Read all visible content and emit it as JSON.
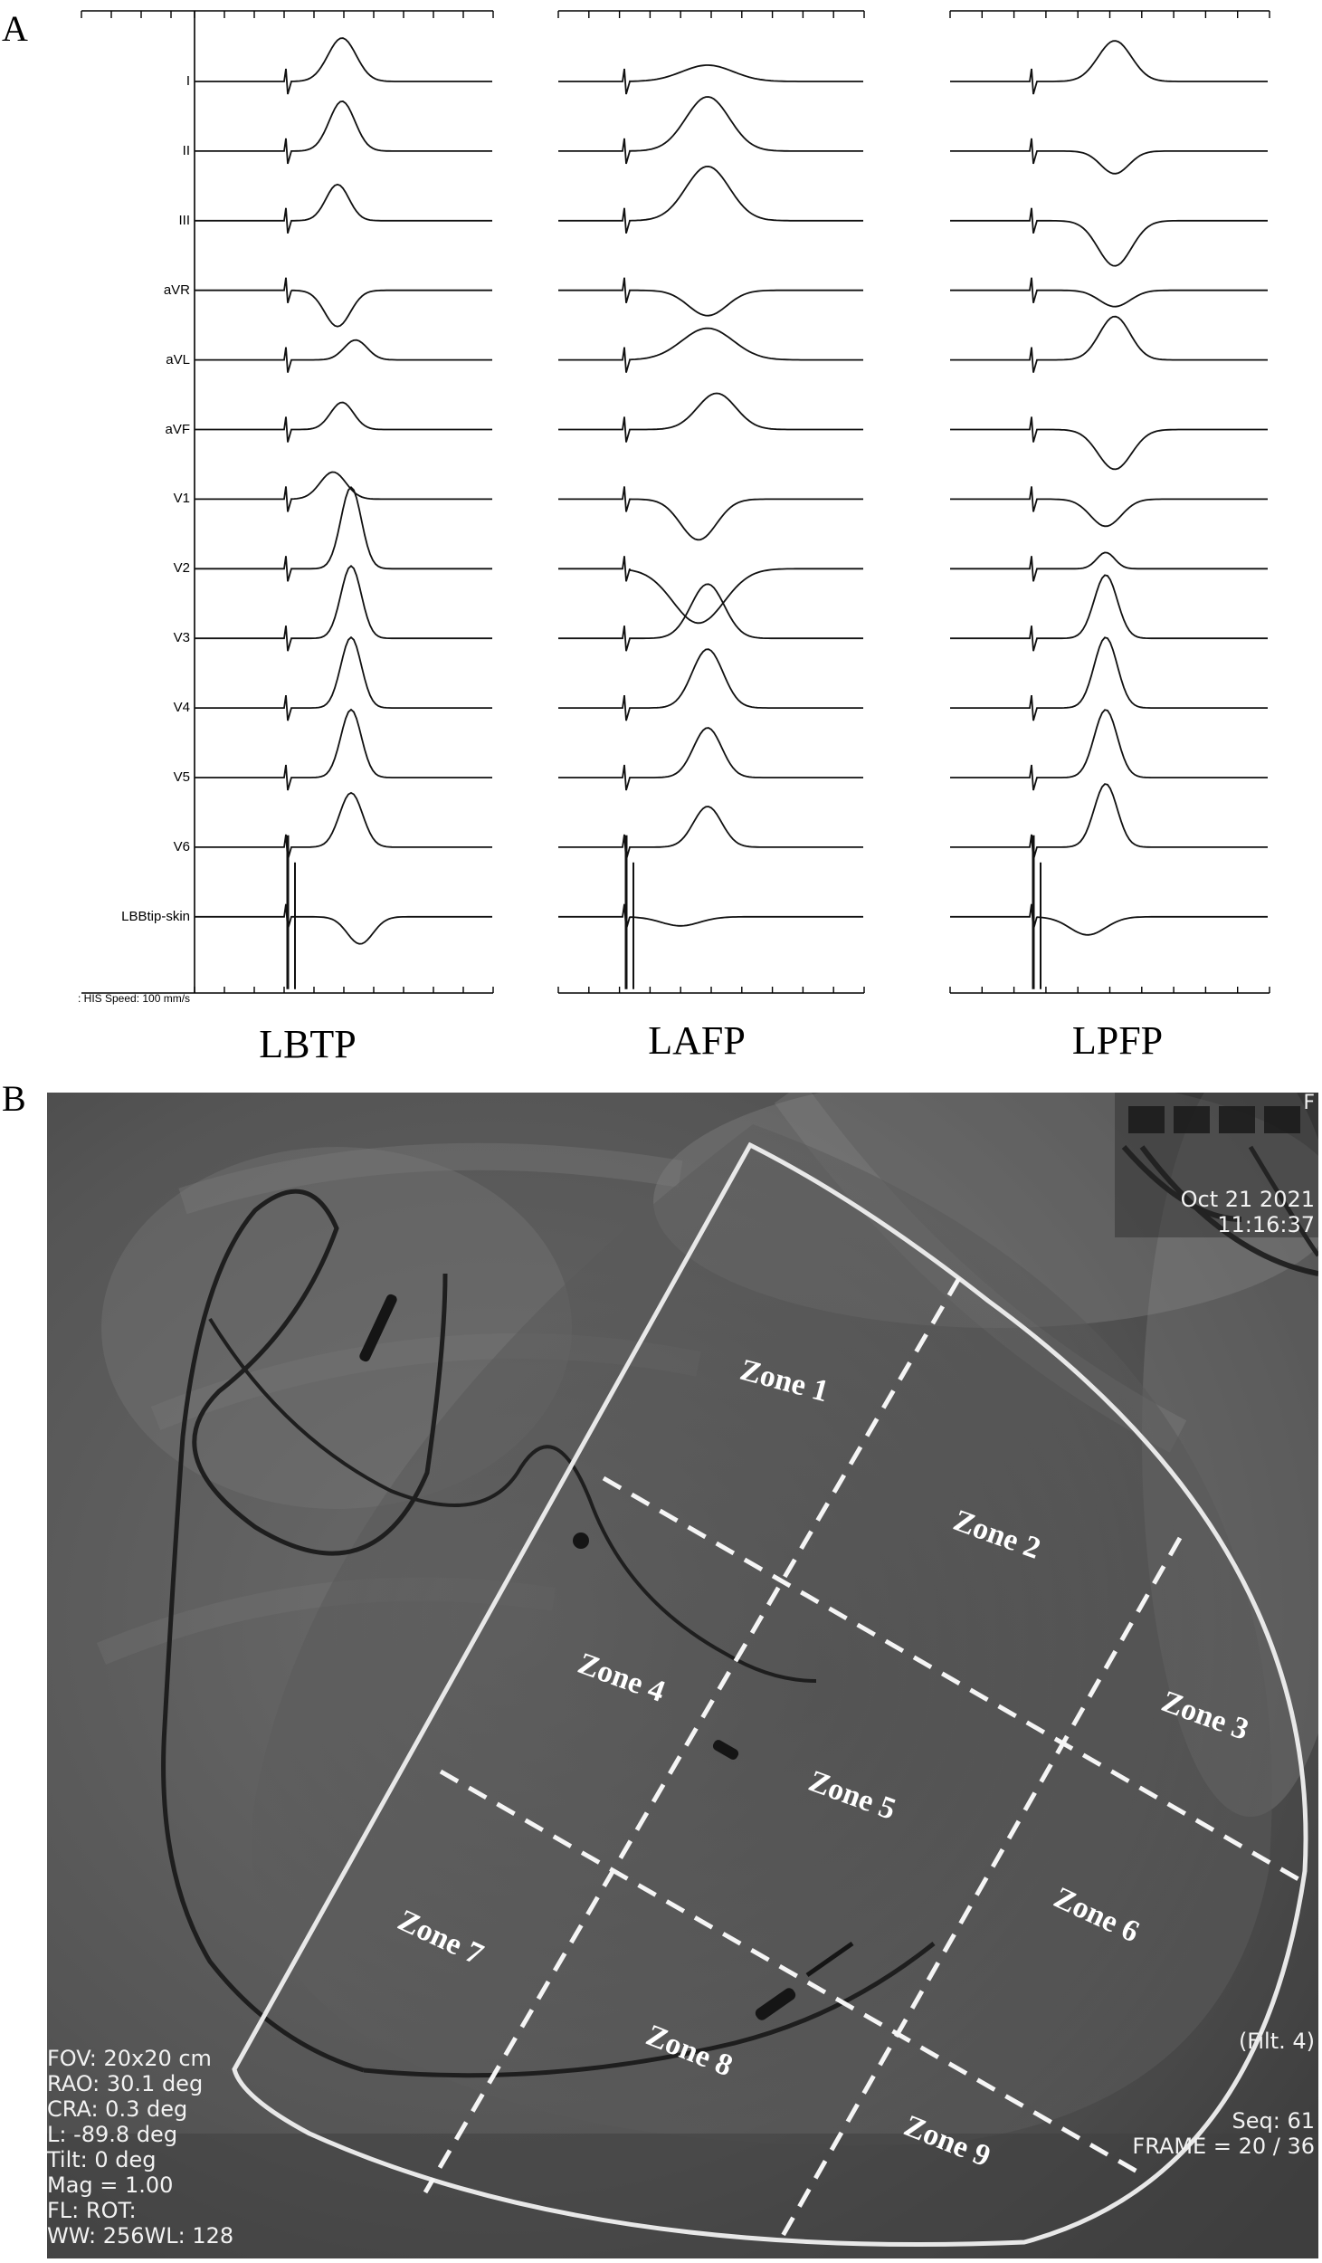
{
  "panel_a": {
    "letter": "A",
    "lead_labels": [
      "I",
      "II",
      "III",
      "aVR",
      "aVL",
      "aVF",
      "V1",
      "V2",
      "V3",
      "V4",
      "V5",
      "V6",
      "LBBtip-skin"
    ],
    "speed_text": ": HIS   Speed: 100 mm/s",
    "titles": [
      "LBTP",
      "LAFP",
      "LPFP"
    ]
  },
  "panel_b": {
    "letter": "B",
    "corner_mark": "F",
    "date": "Oct 21 2021",
    "time": "11:16:37",
    "filter": "(Filt. 4)",
    "seq": "Seq: 61",
    "frame": "FRAME = 20 / 36",
    "params": [
      "FOV: 20x20 cm",
      "RAO: 30.1 deg",
      "CRA: 0.3 deg",
      "L: -89.8 deg",
      "Tilt: 0 deg",
      "Mag = 1.00",
      "FL:  ROT:",
      "WW: 256WL: 128"
    ],
    "zones": [
      "Zone 1",
      "Zone 2",
      "Zone 3",
      "Zone 4",
      "Zone 5",
      "Zone 6",
      "Zone 7",
      "Zone 8",
      "Zone 9"
    ]
  }
}
